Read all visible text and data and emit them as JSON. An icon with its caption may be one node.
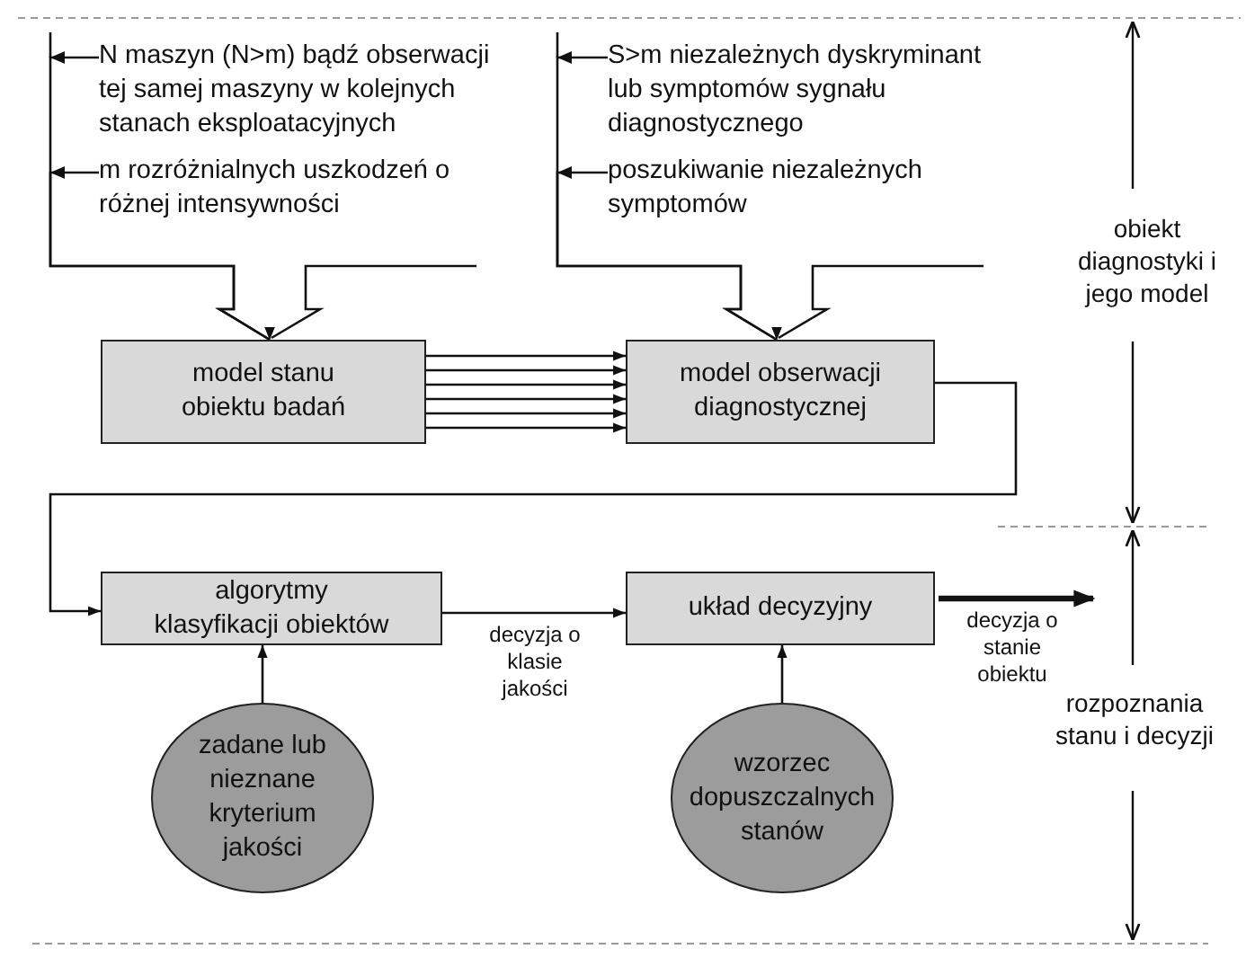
{
  "diagram": {
    "nodes": [
      {
        "text": [
          "N maszyn (N>m) bądź obserwacji tej samej maszyny w kolejnych stanach eksploatacyjnych"
        ]
      },
      {
        "text": [
          "m rozróżnialnych uszkodzeń o różnej intensywności"
        ]
      },
      {
        "text": [
          "S>m niezależnych dyskryminant lub symptomów sygnału diagnostycznego"
        ]
      },
      {
        "text": [
          "poszukiwanie niezależnych symptomów"
        ]
      },
      {
        "text": [
          "model stanu obiektu badań"
        ]
      },
      {
        "text": [
          "model obserwacji diagnostycznej"
        ]
      },
      {
        "text": [
          "algorytmy klasyfikacji obiektów"
        ]
      },
      {
        "text": [
          "układ decyzyjny"
        ]
      },
      {
        "text": [
          "zadane lub nieznane kryterium jakości"
        ]
      },
      {
        "text": [
          "wzorzec dopuszczalnych stanów"
        ]
      }
    ],
    "edges": [
      {
        "from": 0,
        "to": 4,
        "arrow": "to"
      },
      {
        "from": 1,
        "to": 4,
        "arrow": "to"
      },
      {
        "from": 2,
        "to": 5,
        "arrow": "to"
      },
      {
        "from": 3,
        "to": 5,
        "arrow": "to"
      },
      {
        "from": 4,
        "to": 5,
        "arrow": "to"
      },
      {
        "from": 4,
        "to": 5,
        "arrow": "to"
      },
      {
        "from": 4,
        "to": 5,
        "arrow": "to"
      },
      {
        "from": 4,
        "to": 5,
        "arrow": "to"
      },
      {
        "from": 4,
        "to": 5,
        "arrow": "to"
      },
      {
        "from": 4,
        "to": 5,
        "arrow": "to"
      },
      {
        "from": 5,
        "to": 6,
        "arrow": "to"
      },
      {
        "from": 6,
        "to": 7,
        "arrow": "to",
        "label": "decyzja o klasie jakości"
      },
      {
        "from": 7,
        "to": null,
        "arrow": "to",
        "label": "decyzja o stanie obiektu",
        "style": "thick"
      },
      {
        "from": 8,
        "to": 6,
        "arrow": "to"
      },
      {
        "from": 9,
        "to": 7,
        "arrow": "to"
      }
    ],
    "labels": [
      "obiekt diagnostyki i jego model",
      "rozpoznania stanu i decyzji"
    ]
  }
}
